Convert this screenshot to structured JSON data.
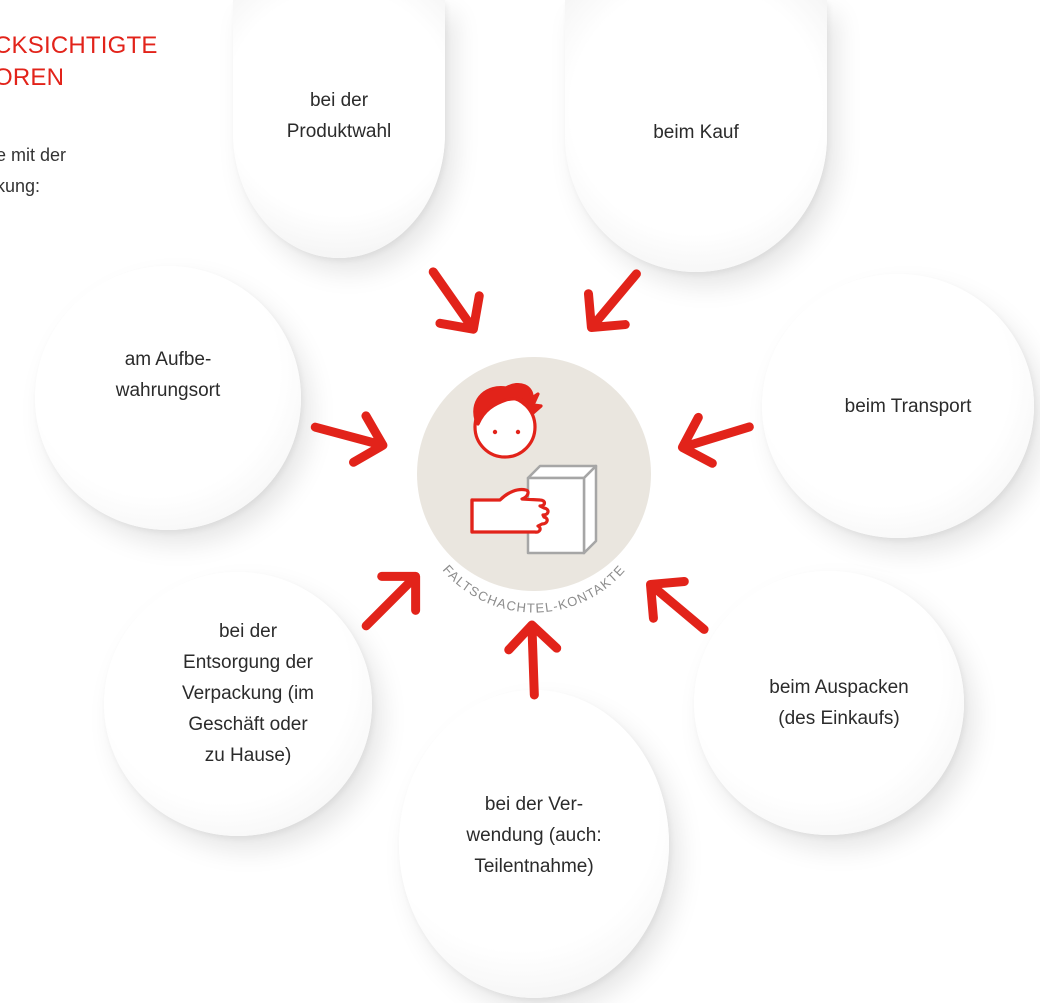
{
  "heading": {
    "line1": "CKSICHTIGTE",
    "line2": "OREN"
  },
  "intro": {
    "line1": "e mit der",
    "line2": "kung:"
  },
  "center": {
    "label": "FALTSCHACHTEL-KONTAKTE"
  },
  "bubbles": [
    {
      "text": "bei der\nProduktwahl"
    },
    {
      "text": "beim Kauf"
    },
    {
      "text": "beim Transport"
    },
    {
      "text": "beim Auspacken\n(des Einkaufs)"
    },
    {
      "text": "bei der Ver-\nwendung (auch:\nTeilentnahme)"
    },
    {
      "text": "bei der\nEntsorgung der\nVerpackung (im\nGeschäft oder\nzu Hause)"
    },
    {
      "text": "am Aufbe-\nwahrungsort"
    }
  ],
  "colors": {
    "accent": "#e2231a",
    "center_fill": "#eae6df",
    "text": "#2b2b2b"
  },
  "icons": {
    "center": [
      "face-icon",
      "hand-icon",
      "box-icon"
    ],
    "arrows": "red-arrow-icon"
  }
}
